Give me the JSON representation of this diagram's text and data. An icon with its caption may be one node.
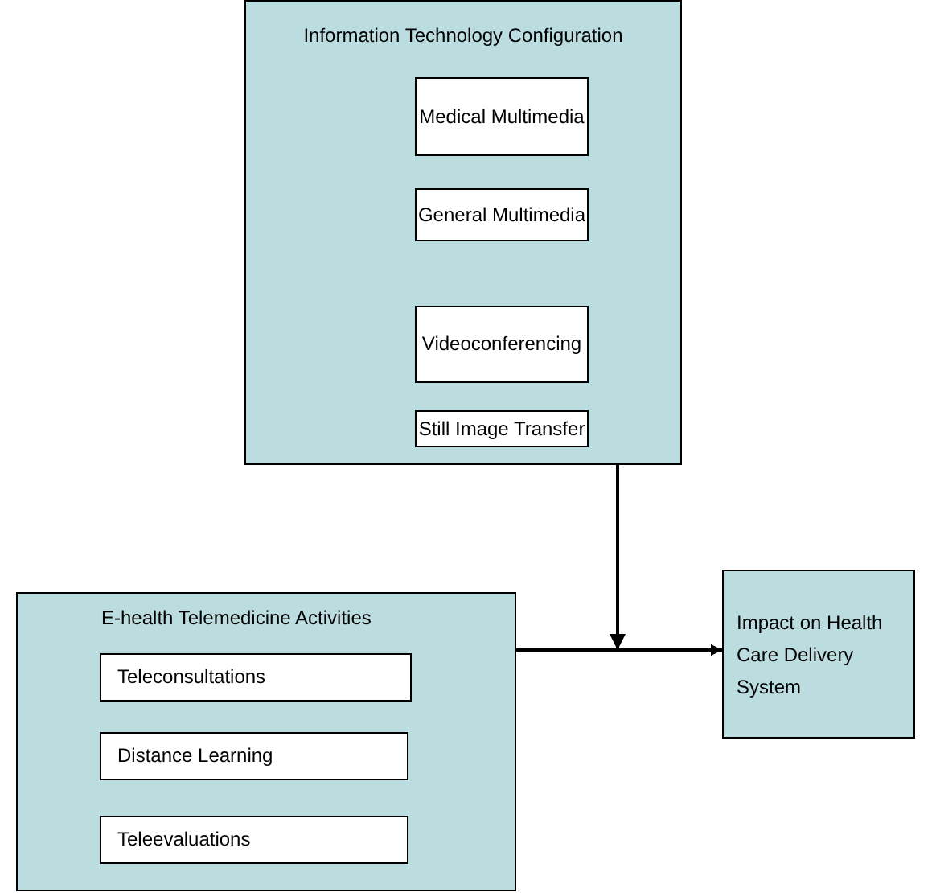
{
  "diagram": {
    "nodes": [
      {
        "text": [
          "Information Technology Configuration"
        ]
      },
      {
        "text": [
          "Medical Multimedia"
        ],
        "in": 0
      },
      {
        "text": [
          "General Multimedia"
        ],
        "in": 0
      },
      {
        "text": [
          "Videoconferencing"
        ],
        "in": 0
      },
      {
        "text": [
          "Still Image Transfer"
        ],
        "in": 0
      },
      {
        "text": [
          "E-health Telemedicine Activities"
        ]
      },
      {
        "text": [
          "Teleconsultations"
        ],
        "in": 5
      },
      {
        "text": [
          "Distance Learning"
        ],
        "in": 5
      },
      {
        "text": [
          "Teleevaluations"
        ],
        "in": 5
      },
      {
        "text": [
          "Impact on Health Care Delivery System"
        ]
      }
    ],
    "edges": [
      {
        "from": 0,
        "to": 9,
        "arrow": "to"
      },
      {
        "from": 5,
        "to": 9,
        "arrow": "to"
      }
    ]
  }
}
